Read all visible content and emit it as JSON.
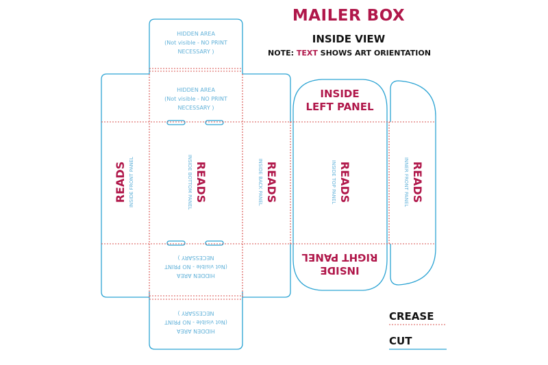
{
  "title": "MAILER BOX",
  "subtitle": "INSIDE VIEW",
  "note": {
    "prefix": "NOTE: ",
    "highlight": "TEXT",
    "suffix": " SHOWS ART ORIENTATION"
  },
  "colors": {
    "cut": "#2ba3d3",
    "crease": "#d9534f",
    "reads": "#b0174a",
    "small_text": "#5fb0d8"
  },
  "hidden_area": {
    "line1": "HIDDEN AREA",
    "line2": "(Not visible - NO PRINT",
    "line3": "NECESSARY )"
  },
  "panels": {
    "reads": "READS",
    "inside_front": "INSIDE FRONT PANEL",
    "inside_bottom": "INSIDE BOTTOM PANEL",
    "inside_back": "INSIDE BACK PANEL",
    "inside_top": "INSIDE TOP PANEL",
    "inner_front": "INNER FRONT PANEL",
    "left_panel": {
      "line1": "INSIDE",
      "line2": "LEFT PANEL"
    },
    "right_panel": {
      "line1": "INSIDE",
      "line2": "RIGHT PANEL"
    }
  },
  "legend": {
    "crease": "CREASE",
    "cut": "CUT"
  }
}
